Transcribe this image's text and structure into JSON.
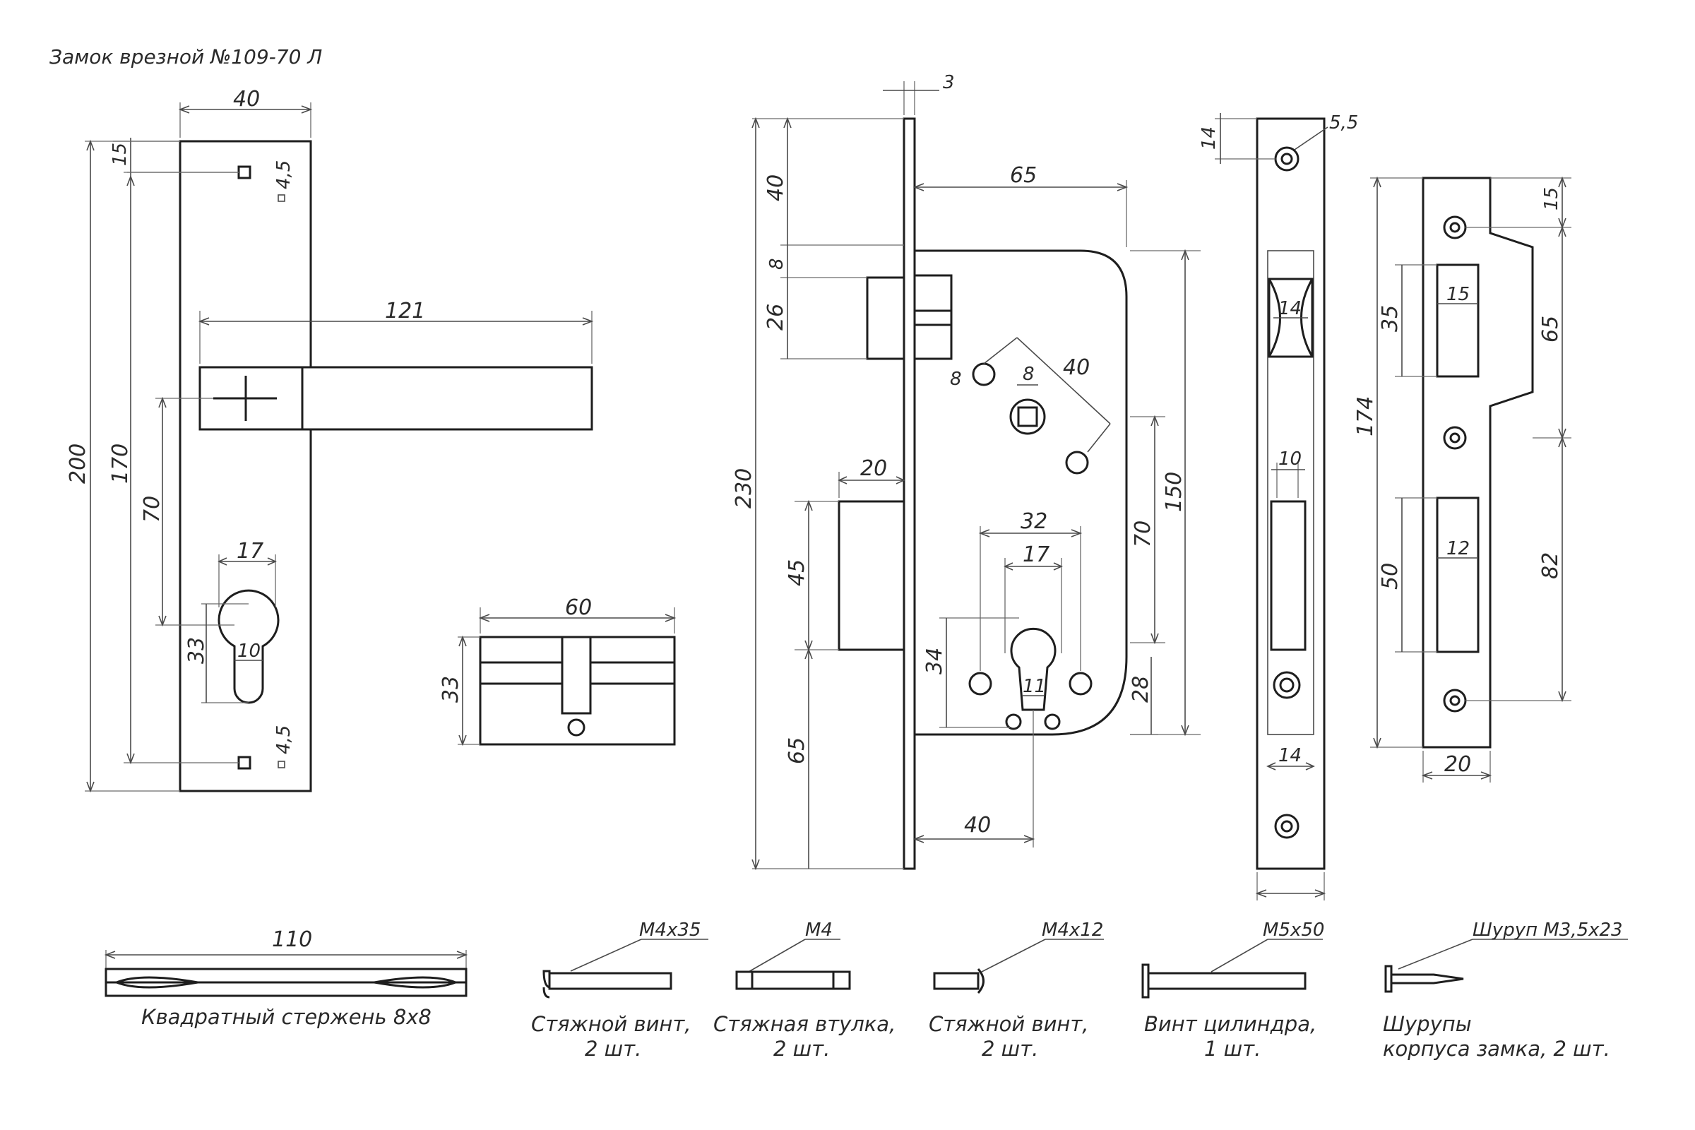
{
  "title": "Замок врезной №109-70 Л",
  "handle_plate": {
    "dims": [
      "40",
      "15",
      "4,5",
      "200",
      "170",
      "121",
      "70",
      "17",
      "33",
      "10",
      "4,5"
    ]
  },
  "cylinder": {
    "dims": [
      "60",
      "33"
    ]
  },
  "lock_body": {
    "dims": [
      "3",
      "40",
      "65",
      "8",
      "26",
      "8",
      "8",
      "40",
      "230",
      "20",
      "150",
      "70",
      "32",
      "17",
      "45",
      "34",
      "11",
      "28",
      "65",
      "40"
    ]
  },
  "faceplate": {
    "dims": [
      "14",
      "5,5",
      "14",
      "10",
      "14"
    ]
  },
  "strike_plate": {
    "dims": [
      "15",
      "15",
      "35",
      "65",
      "174",
      "50",
      "12",
      "82",
      "20"
    ]
  },
  "accessories": {
    "rod_length": "110",
    "rod_caption": "Квадратный стержень 8х8",
    "items": [
      {
        "size": "М4х35",
        "caption_1": "Стяжной винт,",
        "caption_2": "2 шт."
      },
      {
        "size": "М4",
        "caption_1": "Стяжная втулка,",
        "caption_2": "2 шт."
      },
      {
        "size": "М4х12",
        "caption_1": "Стяжной винт,",
        "caption_2": "2 шт."
      },
      {
        "size": "М5х50",
        "caption_1": "Винт цилиндра,",
        "caption_2": "1 шт."
      },
      {
        "size": "Шуруп М3,5х23",
        "caption_1": "Шурупы",
        "caption_2": "корпуса замка, 2 шт."
      }
    ]
  }
}
